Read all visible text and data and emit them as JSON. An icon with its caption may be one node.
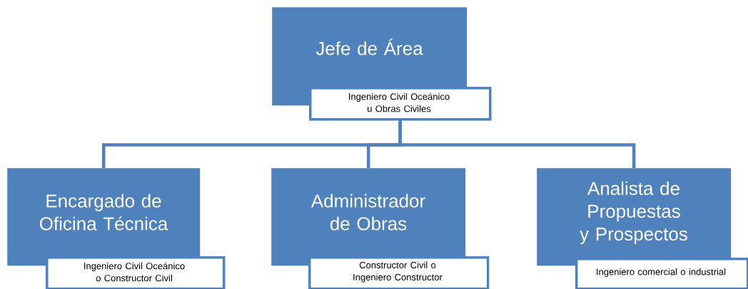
{
  "diagram": {
    "nodes": [
      {
        "text": [
          "Jefe de Área",
          "Ingeniero Civil Oceánico u Obras Civiles"
        ]
      },
      {
        "text": [
          "Encargado de Oficina Técnica",
          "Ingeniero Civil Oceánico o Constructor Civil"
        ]
      },
      {
        "text": [
          "Administrador de Obras",
          "Constructor Civil o Ingeniero Constructor"
        ]
      },
      {
        "text": [
          "Analista de Propuestas y Prospectos",
          "Ingeniero comercial o industrial"
        ]
      }
    ],
    "edges": [
      {
        "from": 0,
        "to": 1,
        "arrow": "none"
      },
      {
        "from": 0,
        "to": 2,
        "arrow": "none"
      },
      {
        "from": 0,
        "to": 3,
        "arrow": "none"
      }
    ]
  }
}
